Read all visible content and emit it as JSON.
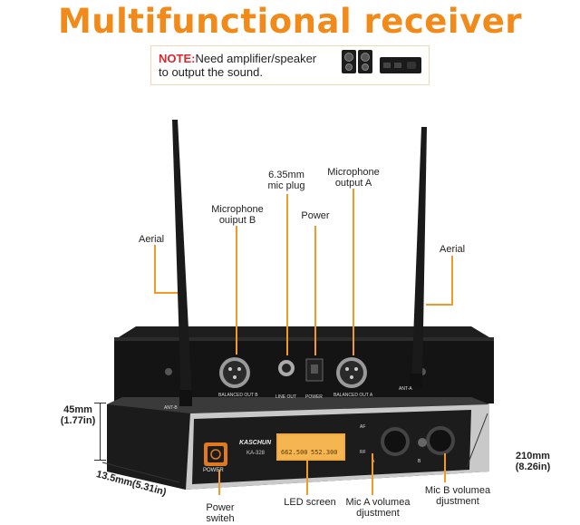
{
  "title": "Multifunctional receiver",
  "note": {
    "key": "NOTE:",
    "line1": "Need amplifier/speaker",
    "line2": "to output the sound."
  },
  "labels": {
    "mic_plug": [
      "6.35mm",
      "mic plug"
    ],
    "mic_output_a": [
      "Microphone",
      "output A"
    ],
    "mic_output_b": [
      "Microphone",
      "ouiput B"
    ],
    "power": "Power",
    "aerial_left": "Aerial",
    "aerial_right": "Aerial",
    "led_screen": "LED screen",
    "mic_a_volume": [
      "Mic A volumea",
      "djustment"
    ],
    "mic_b_volume": [
      "Mic B volumea",
      "djustment"
    ],
    "power_switch": [
      "Power",
      "switeh"
    ]
  },
  "dimensions": {
    "height": [
      "45mm",
      "(1.77in)"
    ],
    "depth": "13.5mm(5.31in)",
    "width": [
      "210mm",
      "(8.26in)"
    ]
  },
  "device": {
    "brand": "KASCHUN",
    "model": "KA-328",
    "power_label": "POWER",
    "ant_b": "ANT-B",
    "ant_a": "ANT-A",
    "balanced_out_b": "BALANCED OUT B",
    "line_out": "LINE OUT",
    "power_jack": "POWER",
    "balanced_out_a": "BALANCED OUT A",
    "lcd_a": "662.500",
    "lcd_b": "552.300",
    "af": "AF",
    "rf": "RF",
    "ch_a": "A",
    "ch_b": "B"
  },
  "colors": {
    "accent": "#f28a1a",
    "lead_line": "#f09a2a",
    "note_red": "#e0262b",
    "lcd": "#f2a93b"
  }
}
